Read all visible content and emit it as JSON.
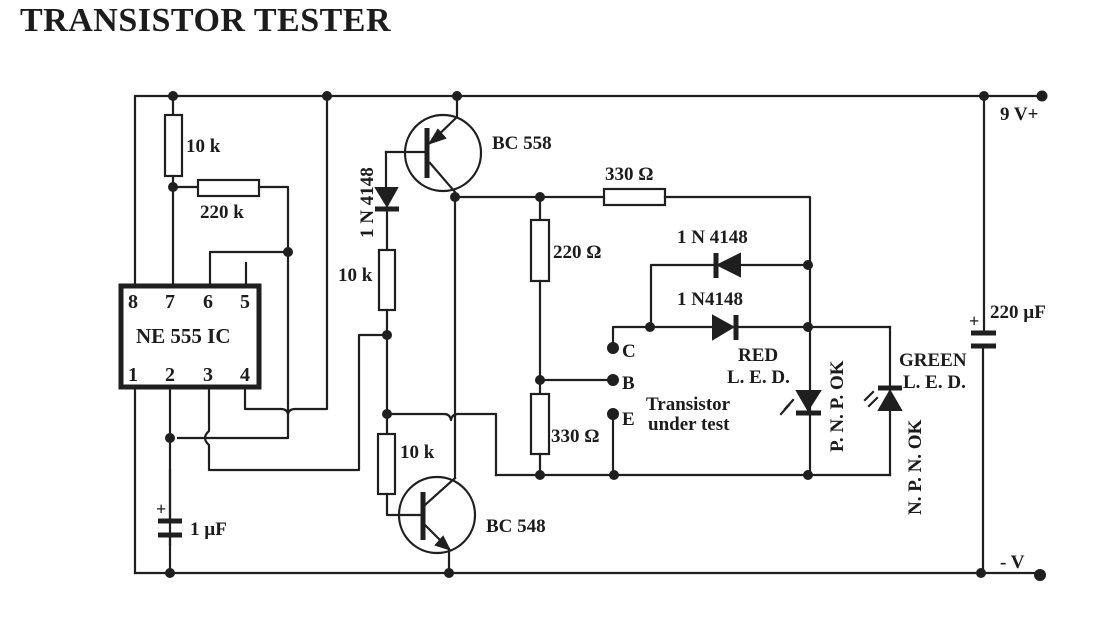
{
  "title": "TRANSISTOR TESTER",
  "ic": {
    "name": "NE 555 IC",
    "pins_top": [
      "8",
      "7",
      "6",
      "5"
    ],
    "pins_bottom": [
      "1",
      "2",
      "3",
      "4"
    ]
  },
  "components": {
    "r_timing_top": "10 k",
    "r_timing_feedback": "220 k",
    "c_timing": "1 µF",
    "diode_base": "1 N 4148",
    "r_base_upper": "10 k",
    "r_base_lower": "10 k",
    "q_pnp": "BC 558",
    "q_npn": "BC 548",
    "r_series": "330 Ω",
    "r_divider_upper": "220 Ω",
    "r_divider_lower": "330 Ω",
    "diode_upper": "1 N 4148",
    "diode_lower": "1 N4148",
    "c_supply": "220 µF"
  },
  "terminals": {
    "collector": "C",
    "base": "B",
    "emitter": "E",
    "dut_label_line1": "Transistor",
    "dut_label_line2": "under test"
  },
  "leds": {
    "red_line1": "RED",
    "red_line2": "L. E. D.",
    "red_meaning": "P. N. P. OK",
    "green_line1": "GREEN",
    "green_line2": "L. E. D.",
    "green_meaning": "N. P. N. OK"
  },
  "supply": {
    "positive": "9 V+",
    "negative": "- V"
  },
  "polarity_mark": "+"
}
